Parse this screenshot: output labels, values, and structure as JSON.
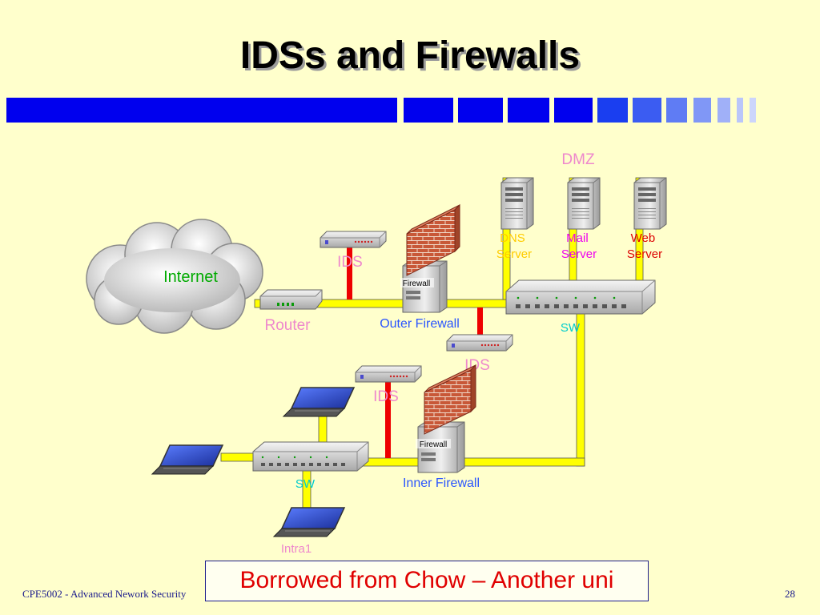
{
  "slide": {
    "title": "IDSs and Firewalls",
    "citation": "Borrowed from Chow – Another uni",
    "footer_left": "CPE5002 -  Advanced Nework Security",
    "page_number": "28"
  },
  "diagram": {
    "internet_label": "Internet",
    "router_label": "Router",
    "outer_firewall_label": "Outer Firewall",
    "inner_firewall_label": "Inner Firewall",
    "firewall_box_text": "Firewall",
    "ids_label": "IDS",
    "dmz_label": "DMZ",
    "dmz_switch_label": "SW",
    "intranet_switch_label": "SW",
    "intranet_label": "Intra1",
    "dns_server_label": "DNS\nServer",
    "mail_server_label": "Mail\nServer",
    "web_server_label": "Web\nServer"
  },
  "colors": {
    "background": "#ffffcc",
    "accent_blue": "#0000ee",
    "cable_yellow": "#ffff00",
    "link_red": "#ee0000",
    "label_pink": "#ee88cc",
    "label_blue": "#2a55ff",
    "label_green": "#00aa00",
    "label_teal": "#00cccc",
    "label_orange": "#ffcc00",
    "label_magenta": "#ee00ee",
    "label_red": "#dd0000"
  }
}
